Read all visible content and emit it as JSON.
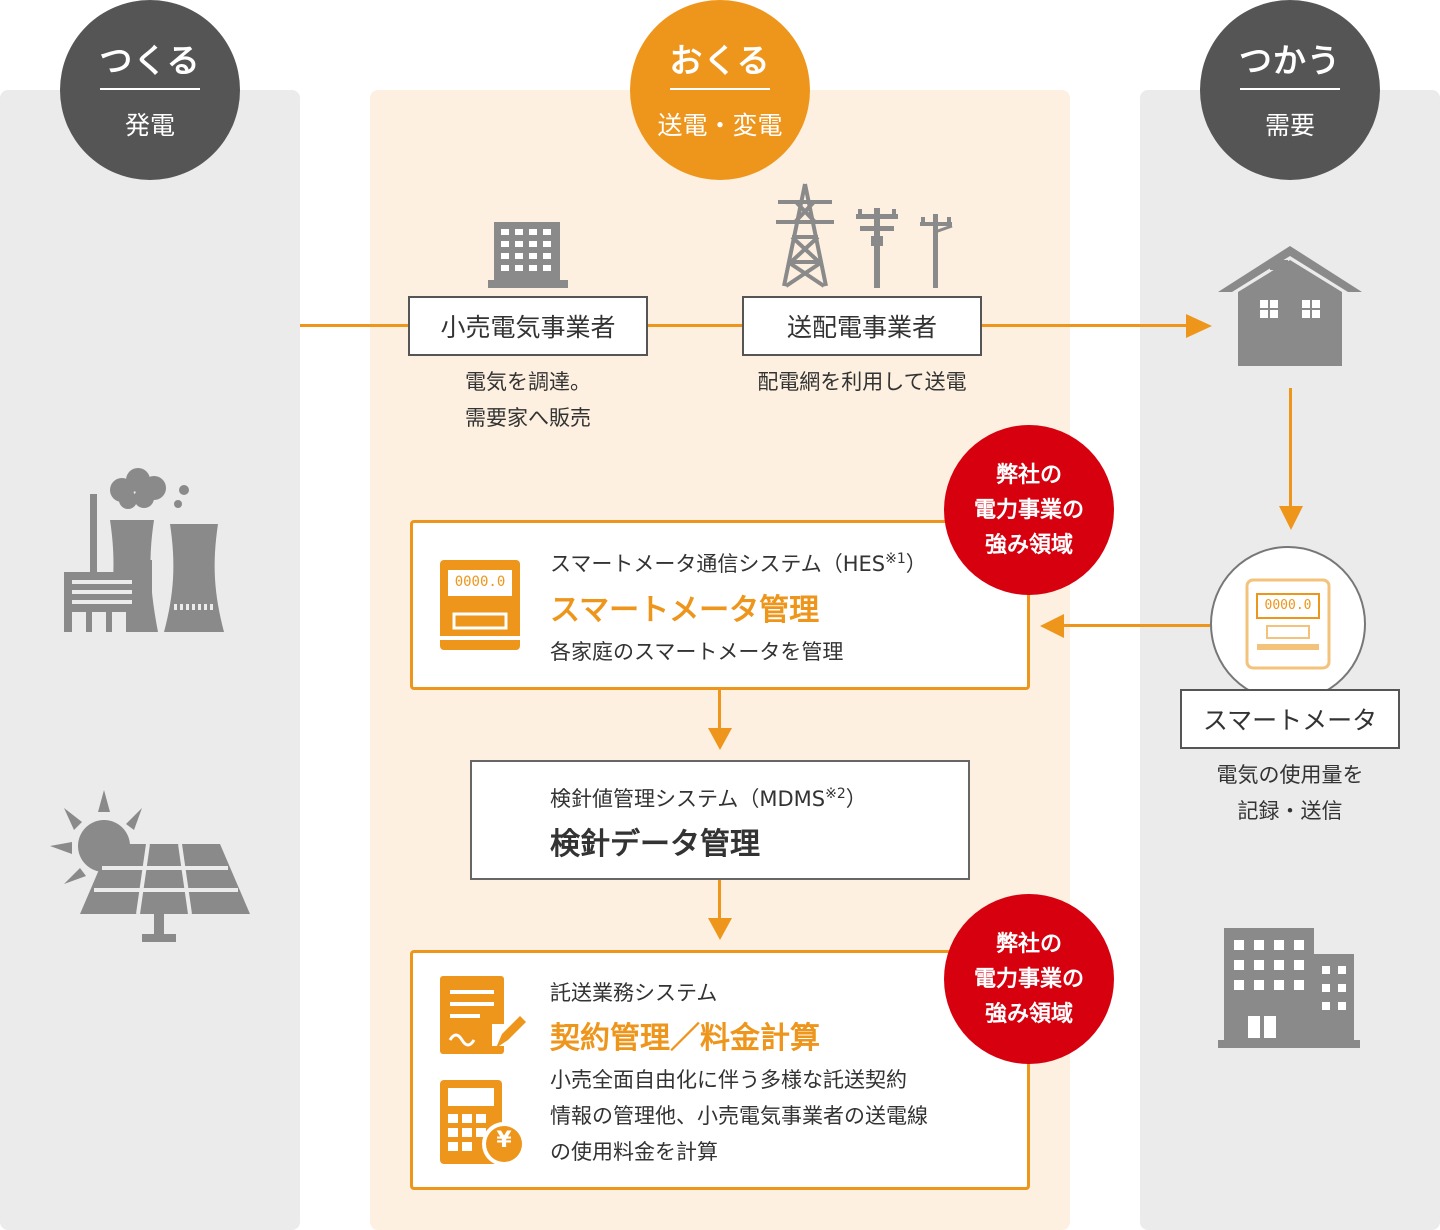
{
  "columns": {
    "make": {
      "title": "つくる",
      "subtitle": "発電"
    },
    "send": {
      "title": "おくる",
      "subtitle": "送電・変電"
    },
    "use": {
      "title": "つかう",
      "subtitle": "需要"
    }
  },
  "retailer": {
    "label": "小売電気事業者",
    "caption_line1": "電気を調達。",
    "caption_line2": "需要家へ販売"
  },
  "transmission": {
    "label": "送配電事業者",
    "caption": "配電網を利用して送電"
  },
  "smart_meter": {
    "label": "スマートメータ",
    "caption_line1": "電気の使用量を",
    "caption_line2": "記録・送信",
    "display": "0000.0"
  },
  "hes": {
    "subtitle": "スマートメータ通信システム（HES",
    "note_mark": "※1",
    "subtitle_close": "）",
    "heading": "スマートメータ管理",
    "description": "各家庭のスマートメータを管理",
    "display": "0000.0"
  },
  "mdms": {
    "subtitle": "検針値管理システム（MDMS",
    "note_mark": "※2",
    "subtitle_close": "）",
    "heading": "検針データ管理"
  },
  "consignment": {
    "subtitle": "託送業務システム",
    "heading": "契約管理／料金計算",
    "description_line1": "小売全面自由化に伴う多様な託送契約",
    "description_line2": "情報の管理他、小売電気事業者の送電線",
    "description_line3": "の使用料金を計算",
    "yen": "¥"
  },
  "badge": {
    "line1": "弊社の",
    "line2": "電力事業の",
    "line3": "強み領域"
  },
  "colors": {
    "accent": "#ee961c",
    "dark": "#555555",
    "icon_gray": "#8a8a8a",
    "badge_red": "#d7000f",
    "panel_bg": "#fdf0e0",
    "column_bg": "#ebebeb"
  },
  "icons": [
    "power-plant-icon",
    "solar-panel-icon",
    "office-building-icon",
    "transmission-tower-icon",
    "utility-pole-icon",
    "house-icon",
    "smart-meter-icon",
    "document-pen-icon",
    "calculator-yen-icon",
    "buildings-icon"
  ]
}
